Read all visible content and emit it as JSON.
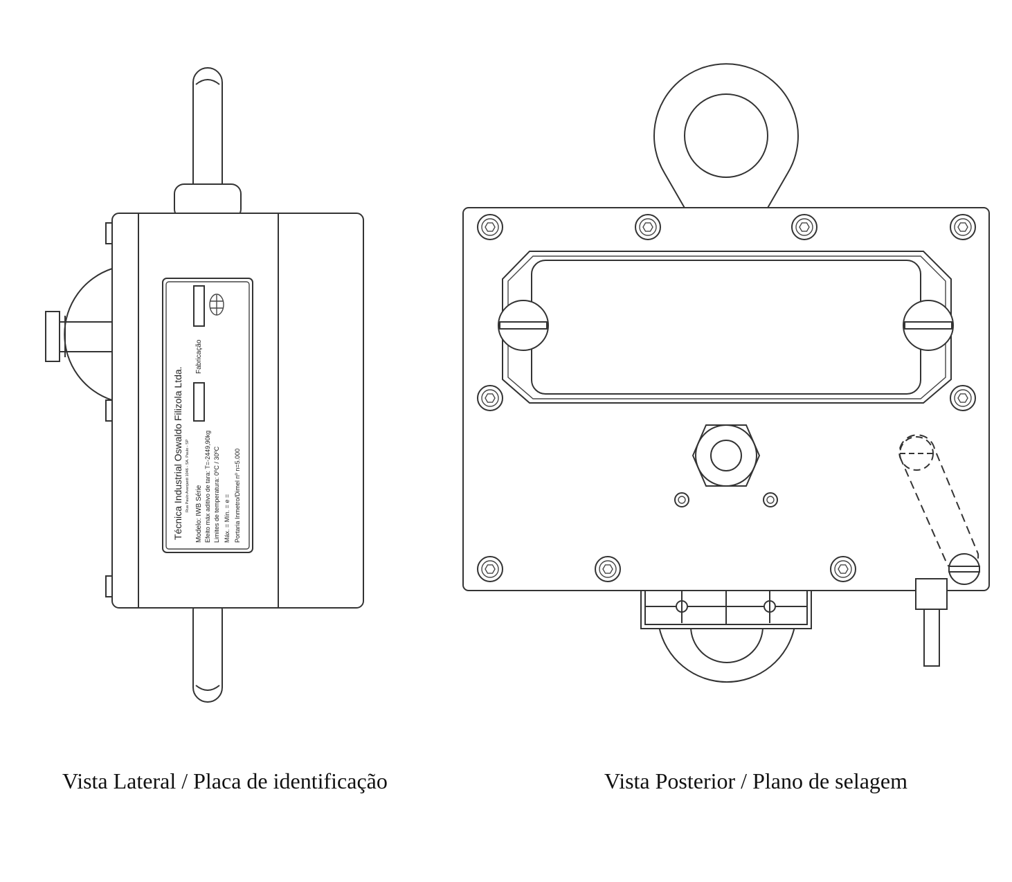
{
  "captions": {
    "left": "Vista Lateral / Placa de identificação",
    "right": "Vista Posterior / Plano de selagem"
  },
  "plate": {
    "manufacturer": "Técnica Industrial Oswaldo Filizola Ltda.",
    "address": "Rua Paulo Avenjardt 1046 - SA. Paulo - SP",
    "line_model": "Modelo:  IWB          Série",
    "fabricacao": "Fabricação",
    "line_tara": "Efeito máx aditivo de tara: T=-2449,90kg",
    "line_temp": "Limites de temperatura: 0ºC / 30ºC",
    "line_max": "Máx. =                     Mín. =                 e =",
    "line_portaria": "Portaria Inmetro/Dimel nº                           n=5.000"
  },
  "colors": {
    "line": "#333333",
    "background": "#ffffff"
  }
}
